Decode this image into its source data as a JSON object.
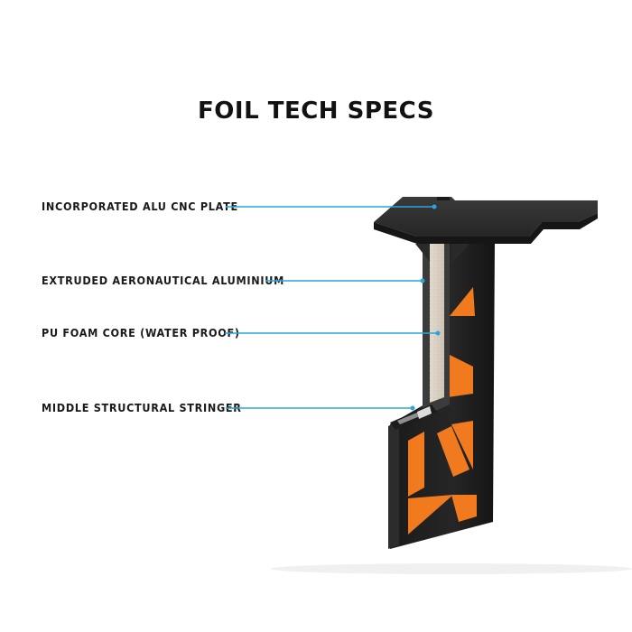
{
  "title": "FOIL TECH SPECS",
  "callouts": [
    {
      "label": "INCORPORATED ALU CNC PLATE"
    },
    {
      "label": "EXTRUDED AERONAUTICAL ALUMINIUM"
    },
    {
      "label": "PU FOAM CORE (WATER PROOF)"
    },
    {
      "label": "MIDDLE STRUCTURAL STRINGER"
    }
  ],
  "colors": {
    "callout_line": "#2ba3dd",
    "foil_body": "#1e1e1e",
    "accent_orange": "#f27a1e",
    "foam": "#d8cfc2"
  }
}
